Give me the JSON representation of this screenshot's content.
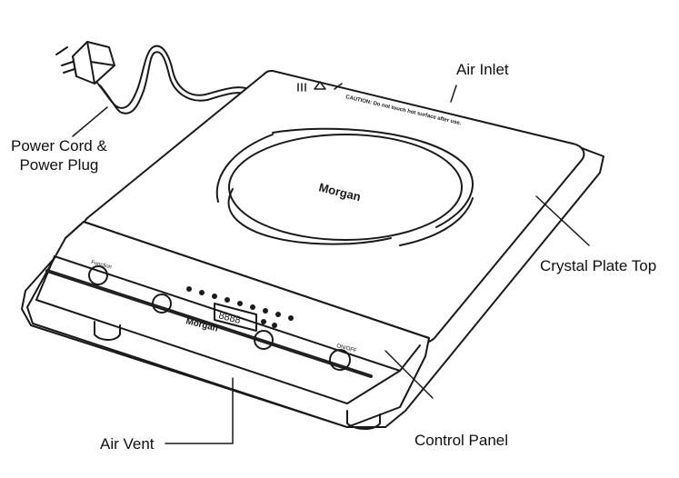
{
  "labels": {
    "air_inlet": "Air Inlet",
    "power_cord_plug": "Power Cord &\nPower Plug",
    "crystal_plate_top": "Crystal Plate Top",
    "air_vent": "Air Vent",
    "control_panel": "Control Panel"
  },
  "brand": {
    "name": "Morgan"
  },
  "device_text": {
    "caution": "CAUTION: Do not touch hot surface after use.",
    "function_label": "Function",
    "on_off_label": "ON/OFF",
    "display_digits": "8888"
  },
  "colors": {
    "line": "#1a1a1a",
    "fill": "#ffffff",
    "panel_stripe": "#222222"
  }
}
